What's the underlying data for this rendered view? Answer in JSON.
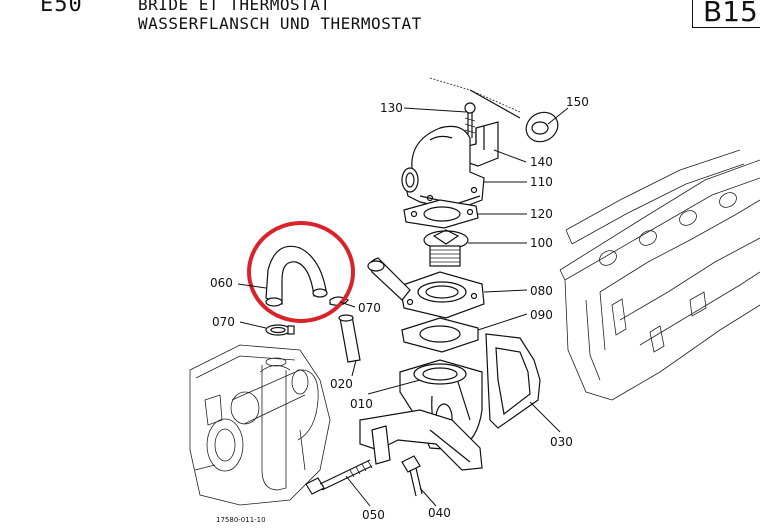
{
  "header": {
    "model": "E50",
    "title_line1": "BRIDE ET THERMOSTAT",
    "title_line2": "WASSERFLANSCH UND THERMOSTAT",
    "page_code": "B15"
  },
  "callouts": {
    "c130": "130",
    "c150": "150",
    "c140": "140",
    "c110": "110",
    "c120": "120",
    "c100": "100",
    "c060": "060",
    "c070a": "070",
    "c070b": "070",
    "c080": "080",
    "c090": "090",
    "c020": "020",
    "c010": "010",
    "c030": "030",
    "c050": "050",
    "c040": "040"
  },
  "footer": {
    "drawing_number": "17580-011-10"
  },
  "highlight": {
    "color": "#d8232a",
    "target": "060"
  },
  "line_color": "#111111"
}
